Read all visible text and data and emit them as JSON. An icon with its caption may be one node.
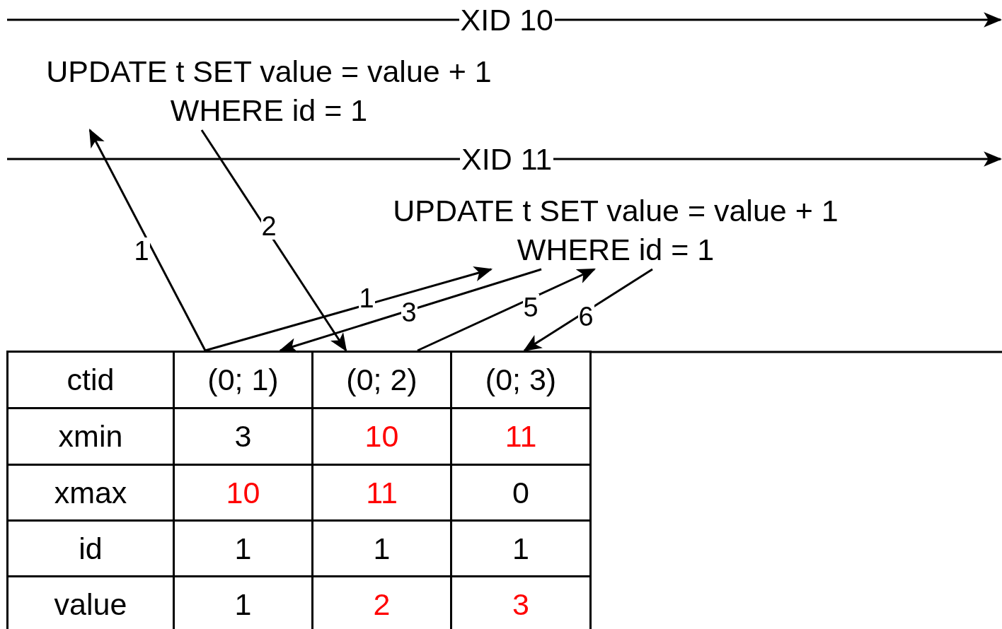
{
  "diagram": {
    "nodes": [
      {
        "text": [
          "UPDATE t SET value = value + 1 WHERE id = 1"
        ]
      },
      {
        "text": [
          "UPDATE t SET value = value + 1 WHERE id = 1"
        ]
      },
      {
        "text": [
          "(0; 1)"
        ]
      },
      {
        "text": [
          "(0; 2)"
        ]
      },
      {
        "text": [
          "(0; 3)"
        ]
      }
    ],
    "edges": [
      {
        "from": 2,
        "to": 0,
        "arrow": "to",
        "label": "1"
      },
      {
        "from": 0,
        "to": 3,
        "arrow": "to",
        "label": "2"
      },
      {
        "from": 2,
        "to": 1,
        "arrow": "to",
        "label": "1"
      },
      {
        "from": 1,
        "to": 2,
        "arrow": "to",
        "label": "3"
      },
      {
        "from": 3,
        "to": 1,
        "arrow": "to",
        "label": "5"
      },
      {
        "from": 1,
        "to": 4,
        "arrow": "to",
        "label": "6"
      }
    ],
    "labels": [
      "XID 10",
      "XID 11",
      "ctid",
      "xmin",
      "3",
      "10",
      "11",
      "xmax",
      "10",
      "11",
      "0",
      "id",
      "1",
      "1",
      "1",
      "value",
      "1",
      "2",
      "3"
    ]
  }
}
